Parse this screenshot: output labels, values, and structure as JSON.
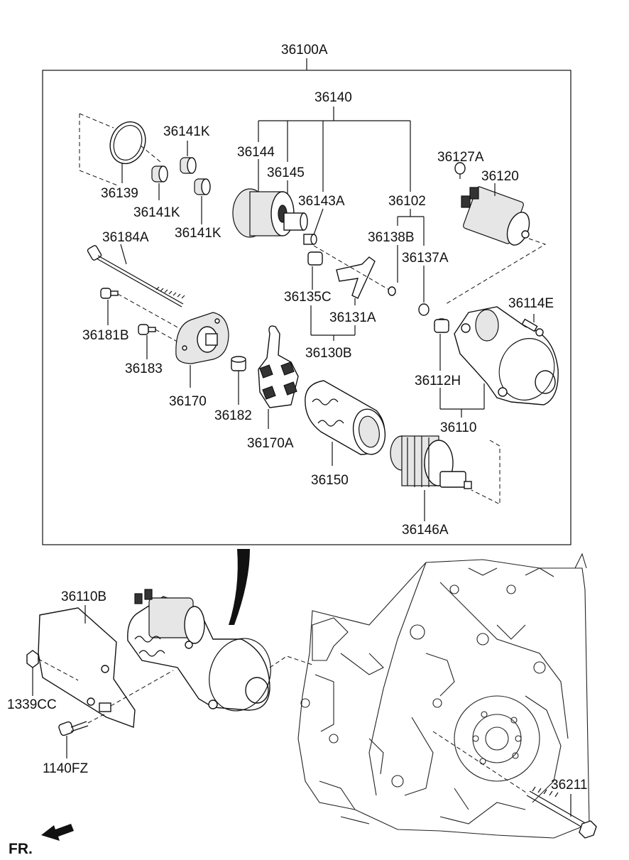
{
  "assembly_label": "36100A",
  "parts": {
    "p36140": "36140",
    "p36141K_a": "36141K",
    "p36141K_b": "36141K",
    "p36141K_c": "36141K",
    "p36144": "36144",
    "p36145": "36145",
    "p36139": "36139",
    "p36143A": "36143A",
    "p36102": "36102",
    "p36127A": "36127A",
    "p36120": "36120",
    "p36184A": "36184A",
    "p36138B": "36138B",
    "p36137A": "36137A",
    "p36135C": "36135C",
    "p36131A": "36131A",
    "p36114E": "36114E",
    "p36181B": "36181B",
    "p36130B": "36130B",
    "p36183": "36183",
    "p36112H": "36112H",
    "p36170": "36170",
    "p36182": "36182",
    "p36110": "36110",
    "p36170A": "36170A",
    "p36150": "36150",
    "p36146A": "36146A",
    "p36110B": "36110B",
    "p1339CC": "1339CC",
    "p1140FZ": "1140FZ",
    "p36211": "36211"
  },
  "direction_label": "FR."
}
